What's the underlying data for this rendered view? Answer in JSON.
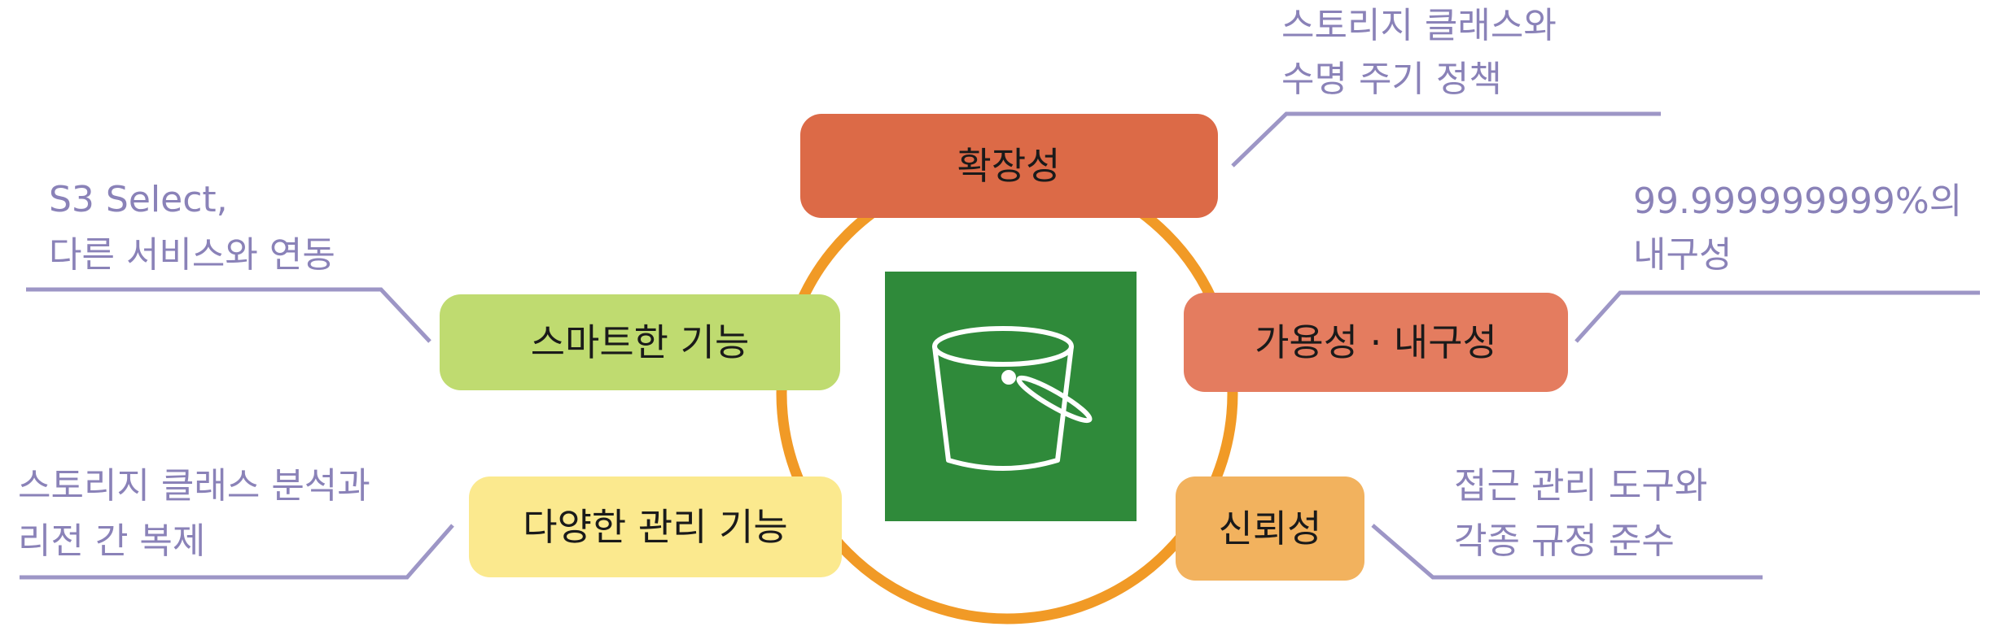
{
  "center": {
    "icon": "s3-bucket-icon",
    "colors": {
      "ring": "#f19a26",
      "tile": "#2f8a3a",
      "icon_stroke": "#ffffff"
    }
  },
  "nodes": [
    {
      "id": "scalability",
      "label": "확장성",
      "color": "#dc6a47"
    },
    {
      "id": "availability",
      "label": "가용성 · 내구성",
      "color": "#e47c5f"
    },
    {
      "id": "reliability",
      "label": "신뢰성",
      "color": "#f2b25e"
    },
    {
      "id": "management",
      "label": "다양한 관리 기능",
      "color": "#fbe98e"
    },
    {
      "id": "smart",
      "label": "스마트한 기능",
      "color": "#bfdb70"
    }
  ],
  "notes": {
    "scalability": [
      "스토리지 클래스와",
      "수명 주기 정책"
    ],
    "availability": [
      "99.999999999%의",
      "내구성"
    ],
    "reliability": [
      "접근 관리 도구와",
      "각종 규정 준수"
    ],
    "management": [
      "스토리지 클래스 분석과",
      "리전 간 복제"
    ],
    "smart": [
      "S3 Select,",
      "다른 서비스와 연동"
    ]
  },
  "colors": {
    "note_text": "#8a82b8",
    "leader_line": "#9d96c6"
  }
}
